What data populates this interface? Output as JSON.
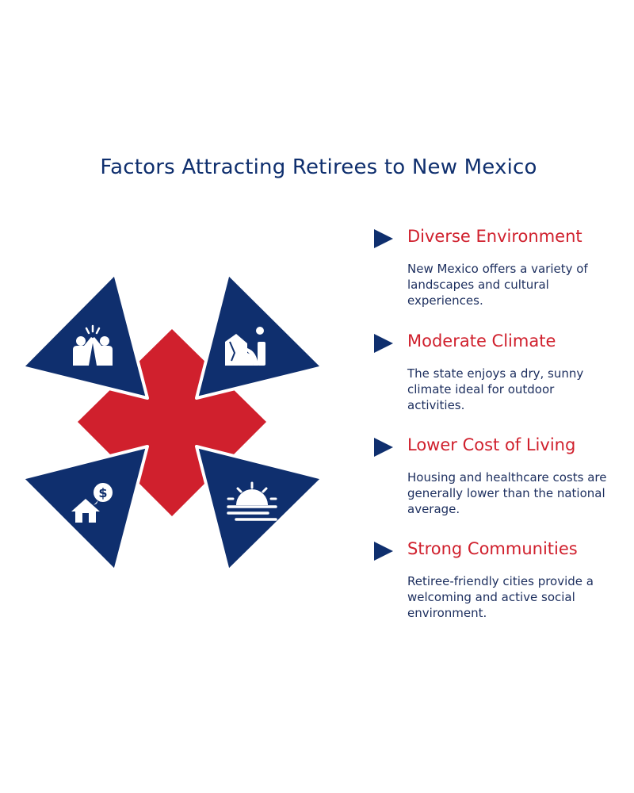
{
  "title": "Factors Attracting Retirees to New Mexico",
  "colors": {
    "navy": "#0f2f6e",
    "red": "#d0202d",
    "white": "#ffffff"
  },
  "icons": {
    "top_left": "high-five-icon",
    "top_right": "landscape-icon",
    "bottom_left": "house-savings-icon",
    "bottom_right": "sunset-icon"
  },
  "factors": [
    {
      "title": "Diverse Environment",
      "description": "New Mexico offers a variety of landscapes and cultural experiences."
    },
    {
      "title": "Moderate Climate",
      "description": "The state enjoys a dry, sunny climate ideal for outdoor activities."
    },
    {
      "title": "Lower Cost of Living",
      "description": "Housing and healthcare costs are generally lower than the national average."
    },
    {
      "title": "Strong Communities",
      "description": "Retiree-friendly cities provide a welcoming and active social environment."
    }
  ]
}
